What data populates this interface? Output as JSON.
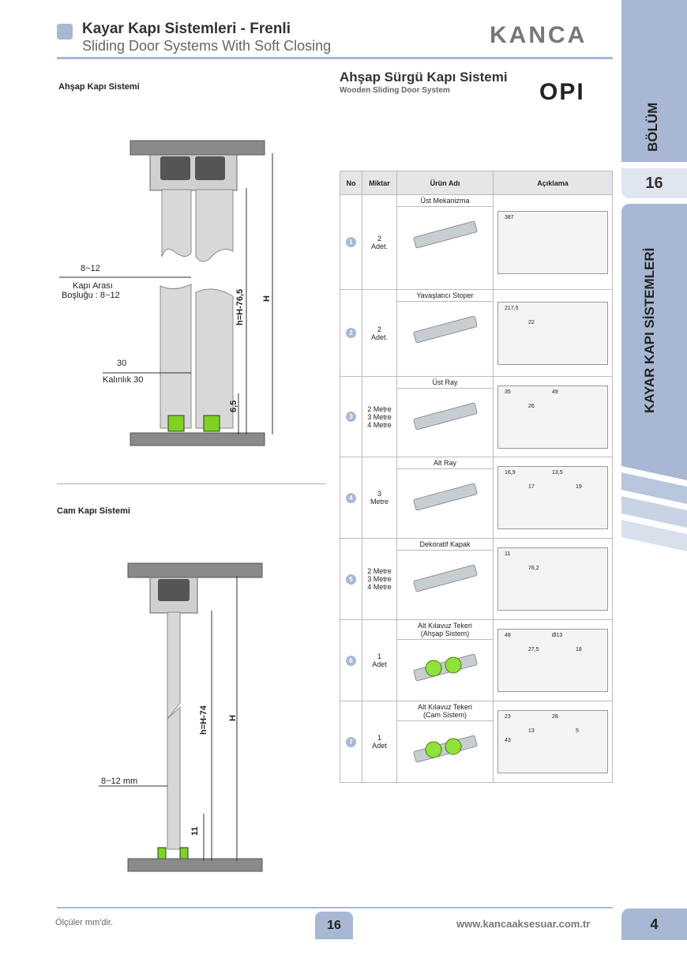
{
  "header": {
    "title": "Kayar Kapı Sistemleri - Frenli",
    "subtitle": "Sliding Door Systems With Soft Closing",
    "logo": "KANCA"
  },
  "sidebar": {
    "section_label": "BÖLÜM",
    "section_number": "16",
    "category_label": "KAYAR KAPI SİSTEMLERİ"
  },
  "wooden_diagram": {
    "title": "Ahşap Kapı Sistemi",
    "gap_value": "8~12",
    "gap_label_line1": "Kapı Arası",
    "gap_label_line2": "Boşluğu : 8~12",
    "thickness_value": "30",
    "thickness_label": "Kalınlık 30",
    "h_inner": "h=H-76,5",
    "h_total": "H",
    "bottom_value": "6,5"
  },
  "glass_diagram": {
    "title": "Cam Kapı Sistemi",
    "gap_label": "8~12 mm",
    "h_inner": "h=H-74",
    "h_total": "H",
    "bottom_value": "11"
  },
  "product": {
    "title": "Ahşap Sürgü Kapı Sistemi",
    "subtitle": "Wooden Sliding Door System",
    "brand": "OPI"
  },
  "table": {
    "headers": [
      "No",
      "Miktar",
      "Ürün Adı",
      "Açıklama"
    ],
    "rows": [
      {
        "no": "1",
        "qty": "2\nAdet.",
        "name": "Üst Mekanizma",
        "dims": [
          "387"
        ]
      },
      {
        "no": "2",
        "qty": "2\nAdet.",
        "name": "Yavaşlatıcı Stoper",
        "dims": [
          "217,5",
          "22"
        ]
      },
      {
        "no": "3",
        "qty": "2 Metre\n3 Metre\n4 Metre",
        "name": "Üst Ray",
        "dims": [
          "35",
          "26",
          "49"
        ]
      },
      {
        "no": "4",
        "qty": "3\nMetre",
        "name": "Alt Ray",
        "dims": [
          "16,9",
          "17",
          "13,5",
          "19"
        ]
      },
      {
        "no": "5",
        "qty": "2 Metre\n3 Metre\n4 Metre",
        "name": "Dekoratif Kapak",
        "dims": [
          "11",
          "76,2"
        ]
      },
      {
        "no": "6",
        "qty": "1\nAdet",
        "name": "Alt Kılavuz Tekeri\n(Ahşap Sistem)",
        "dims": [
          "48",
          "27,5",
          "Ø13",
          "18"
        ]
      },
      {
        "no": "7",
        "qty": "1\nAdet",
        "name": "Alt Kılavuz Tekeri\n(Cam Sistem)",
        "dims": [
          "23",
          "13",
          "28",
          "5",
          "43"
        ]
      }
    ]
  },
  "footer": {
    "note": "Ölçüler mm'dir.",
    "page": "16",
    "url": "www.kancaaksesuar.com.tr",
    "section_page": "4"
  }
}
